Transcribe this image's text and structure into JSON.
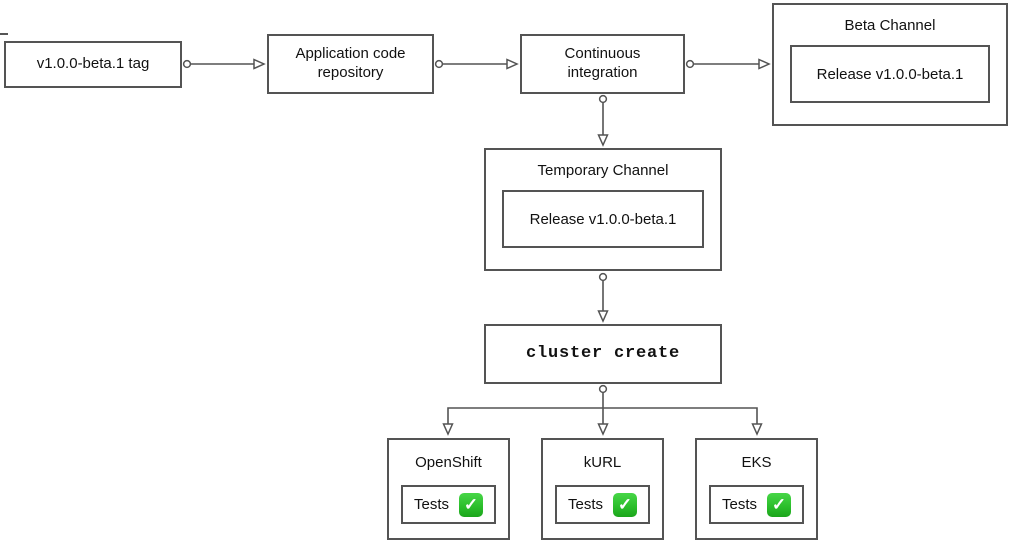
{
  "diagram": {
    "nodes": {
      "tag": {
        "label": "v1.0.0-beta.1 tag"
      },
      "app_repo": {
        "label": "Application code repository"
      },
      "ci": {
        "label": "Continuous integration"
      },
      "beta_channel": {
        "title": "Beta Channel",
        "release_label": "Release v1.0.0-beta.1"
      },
      "temporary_channel": {
        "title": "Temporary Channel",
        "release_label": "Release v1.0.0-beta.1"
      },
      "cluster_create": {
        "label": "cluster create"
      },
      "openshift": {
        "title": "OpenShift",
        "tests_label": "Tests"
      },
      "kurl": {
        "title": "kURL",
        "tests_label": "Tests"
      },
      "eks": {
        "title": "EKS",
        "tests_label": "Tests"
      }
    },
    "icons": {
      "check": {
        "name": "check-mark-button",
        "glyph": "✓"
      }
    },
    "colors": {
      "border": "#545454",
      "line": "#545454",
      "text": "#111111",
      "background": "#ffffff",
      "check_green_top": "#47d647",
      "check_green_bottom": "#1ca51c",
      "check_mark": "#ffffff"
    }
  }
}
